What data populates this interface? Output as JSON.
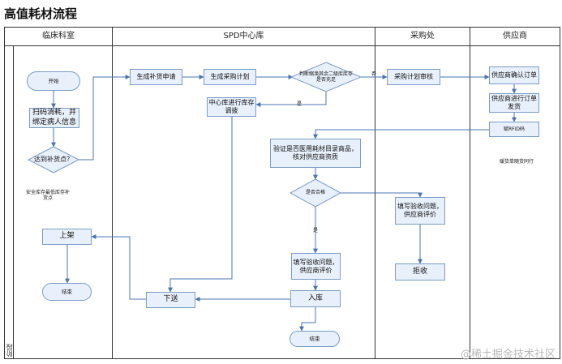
{
  "page": {
    "title": "高值耗材流程"
  },
  "swimlanes": [
    {
      "label": "临床科室"
    },
    {
      "label": "SPD中心库"
    },
    {
      "label": "采购处"
    },
    {
      "label": "供应商"
    }
  ],
  "phase_label": "阶段",
  "nodes": {
    "start": "开始",
    "scan_consume": "扫码消耗，并绑定病人信息",
    "restock_decision": "达到补货点？",
    "safety_note": "安全库存最低库存补货点",
    "shelve": "上架",
    "end_clinical": "结束",
    "generate_restock": "生成补货申请",
    "generate_purchase_plan": "生成采购计划",
    "check_stock_decision": "判断缩涣其余二级库库存是否充足",
    "center_transfer": "中心库进行库存调拨",
    "verify_catalog": "验证是否医用耗材目录商品，核对供应商资质",
    "qualified_decision": "是否合格",
    "fill_acceptance_center": "填写验收问题，供应商评价",
    "warehouse_in": "入库",
    "deliver": "下送",
    "end_center": "结束",
    "purchase_review": "采购计划审核",
    "fill_acceptance_purchase": "填写验收问题，供应商评价",
    "reject": "拒收",
    "supplier_confirm": "供应商确认订单",
    "supplier_ship": "供应商进行订单发货",
    "rfid_code": "赋RFID码",
    "invoice_note": "缓货单随货同行"
  },
  "edge_labels": {
    "yes_1": "是",
    "no_1": "否",
    "yes_2": "是"
  },
  "watermark": "@稀土掘金技术社区"
}
